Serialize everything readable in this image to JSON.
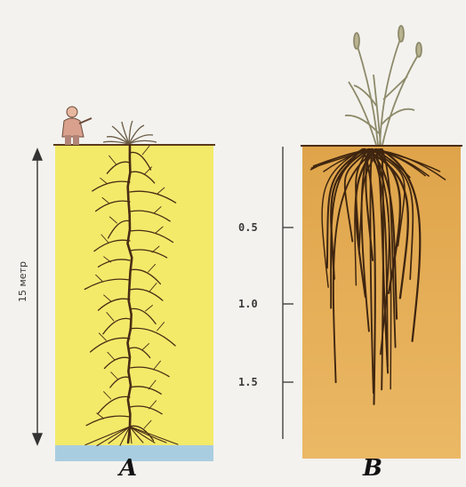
{
  "panel_a": {
    "label": "A",
    "depth_label": "15 метр",
    "soil_color": "#f3ea6a",
    "water_color": "#a9cde0",
    "root_color": "#4a2c14"
  },
  "panel_b": {
    "label": "B",
    "scale_ticks": [
      "0.5",
      "1.0",
      "1.5"
    ],
    "soil_color": "#e4ad52",
    "root_color": "#3e2510"
  }
}
